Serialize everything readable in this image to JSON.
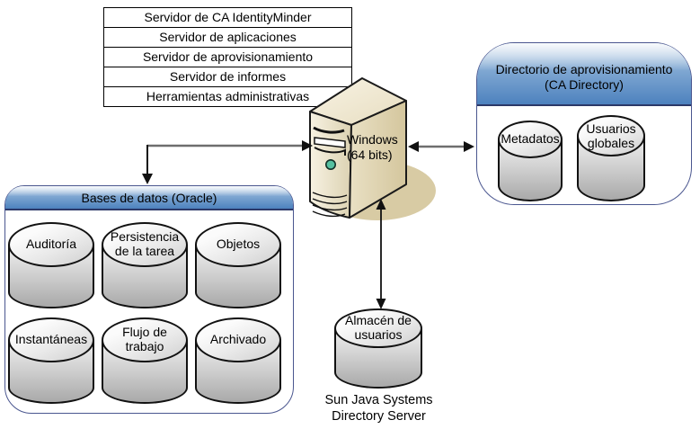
{
  "stack": {
    "items": [
      "Servidor de CA IdentityMinder",
      "Servidor de aplicaciones",
      "Servidor de aprovisionamiento",
      "Servidor de informes",
      "Herramientas administrativas"
    ]
  },
  "tower": {
    "label_line1": "Windows",
    "label_line2": "(64 bits)"
  },
  "prov_dir": {
    "title_line1": "Directorio de aprovisionamiento",
    "title_line2": "(CA Directory)",
    "cylinders": [
      {
        "lines": [
          "Metadatos"
        ]
      },
      {
        "lines": [
          "Usuarios",
          "globales"
        ]
      }
    ]
  },
  "databases": {
    "title": "Bases de datos (Oracle)",
    "cylinders": [
      {
        "lines": [
          "Auditoría"
        ]
      },
      {
        "lines": [
          "Persistencia",
          "de la tarea"
        ]
      },
      {
        "lines": [
          "Objetos"
        ]
      },
      {
        "lines": [
          "Instantáneas"
        ]
      },
      {
        "lines": [
          "Flujo de",
          "trabajo"
        ]
      },
      {
        "lines": [
          "Archivado"
        ]
      }
    ]
  },
  "user_store": {
    "cylinder_lines": [
      "Almacén de",
      "usuarios"
    ],
    "caption_lines": [
      "Sun Java Systems",
      "Directory Server"
    ]
  },
  "colors": {
    "header_blue_top": "#b9cfe6",
    "header_blue_bottom": "#4d82be",
    "panel_border": "#4a568f",
    "divider": "#2c3968",
    "tower_front": "#f6f0de",
    "tower_side": "#ddd2b2",
    "tower_shadow": "#d8cba4",
    "power_button": "#56c0a0",
    "arrow_shaft_gray": "#6e6e6e",
    "arrow_black": "#111111",
    "cylinder_fill_light": "#f0f0f0",
    "cylinder_fill_dark": "#a9a9a9"
  }
}
